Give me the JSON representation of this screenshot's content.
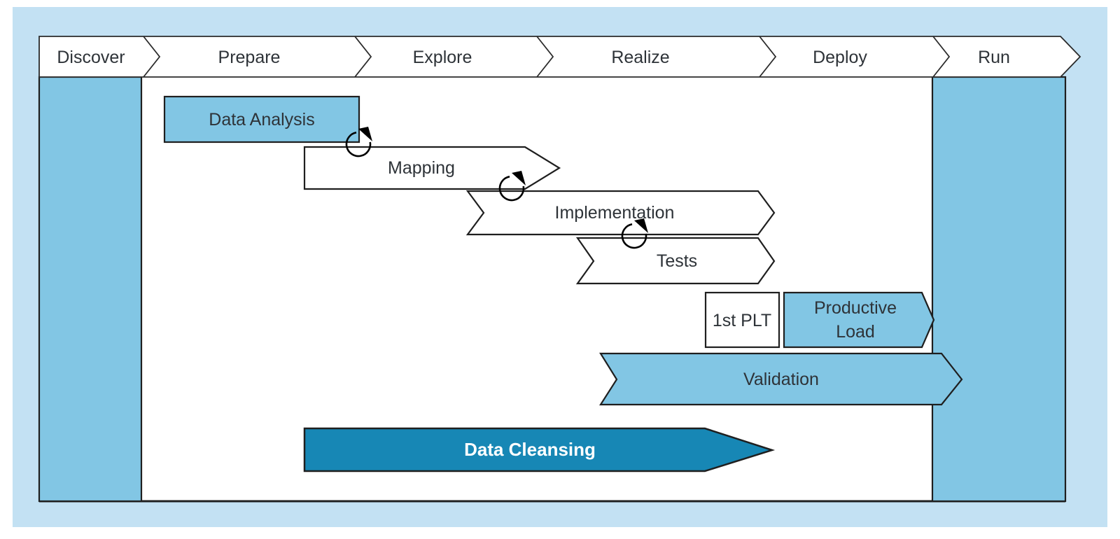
{
  "diagram": {
    "phases": [
      "Discover",
      "Prepare",
      "Explore",
      "Realize",
      "Deploy",
      "Run"
    ],
    "activities": {
      "data_analysis": {
        "label": "Data Analysis",
        "style": "blue"
      },
      "mapping": {
        "label": "Mapping",
        "style": "white"
      },
      "implementation": {
        "label": "Implementation",
        "style": "white"
      },
      "tests": {
        "label": "Tests",
        "style": "white"
      },
      "first_plt": {
        "label": "1st PLT",
        "style": "white"
      },
      "productive_load": {
        "lines": [
          "Productive",
          "Load"
        ],
        "style": "blue"
      },
      "validation": {
        "label": "Validation",
        "style": "blue"
      },
      "data_cleansing": {
        "label": "Data Cleansing",
        "style": "teal"
      }
    },
    "icons": {
      "iteration_loop": "circular-arrow-clockwise"
    }
  },
  "colors": {
    "panel_bg": "#c3e1f3",
    "shape_blue": "#82c6e4",
    "shape_teal": "#1787b5",
    "border": "#1f1f1f",
    "bar_border": "#2b2b2b",
    "text_dark": "#2e3338",
    "icon_black": "#000000",
    "white": "#ffffff"
  }
}
